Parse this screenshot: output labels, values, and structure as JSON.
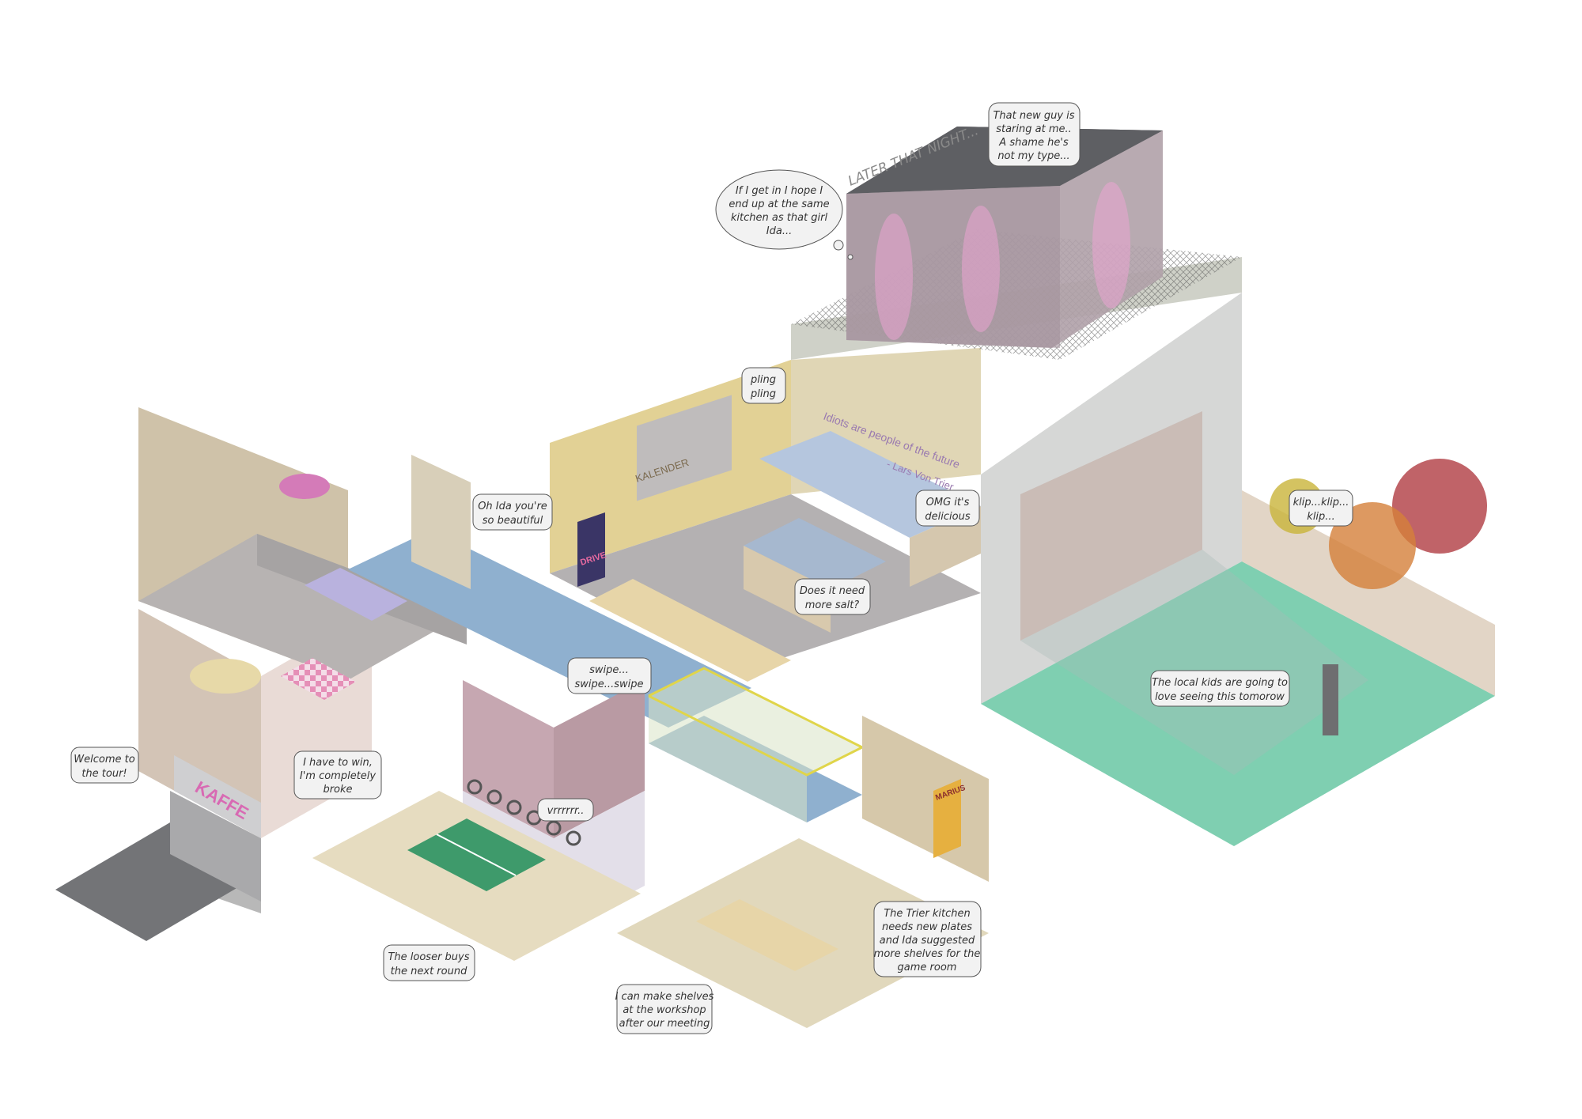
{
  "scene": {
    "later_that_night": "LATER THAT NIGHT...",
    "cafe_sign": "KAFFE",
    "calendar_title": "KALENDER",
    "wall_quote": "Idiots are people of the future",
    "wall_quote_author": "- Lars Von Trier",
    "poster_left": "DRIVE",
    "poster_right": "MARIUS"
  },
  "bubbles": [
    {
      "id": "welcome",
      "lines": [
        "Welcome to",
        "the tour!"
      ]
    },
    {
      "id": "win",
      "lines": [
        "I have to win,",
        "I'm completely",
        "broke"
      ]
    },
    {
      "id": "vrrr",
      "lines": [
        "vrrrrrr.."
      ]
    },
    {
      "id": "looser",
      "lines": [
        "The looser buys",
        "the next round"
      ]
    },
    {
      "id": "ida",
      "lines": [
        "Oh Ida you're",
        "so beautiful"
      ]
    },
    {
      "id": "swipe",
      "lines": [
        "swipe...",
        "swipe...swipe"
      ]
    },
    {
      "id": "salt",
      "lines": [
        "Does it need",
        "more salt?"
      ]
    },
    {
      "id": "omg",
      "lines": [
        "OMG it's",
        "delicious"
      ]
    },
    {
      "id": "pling",
      "lines": [
        "pling",
        "pling"
      ]
    },
    {
      "id": "hope",
      "lines": [
        "If I get in I hope I",
        "end up at the same",
        "kitchen as that girl",
        "Ida..."
      ]
    },
    {
      "id": "newguy",
      "lines": [
        "That new guy is",
        "staring at me..",
        "A shame he's",
        "not my type..."
      ]
    },
    {
      "id": "klip",
      "lines": [
        "klip...klip...",
        "klip..."
      ]
    },
    {
      "id": "kids",
      "lines": [
        "The local kids are going to",
        "love seeing this tomorow"
      ]
    },
    {
      "id": "shelves",
      "lines": [
        "I can make shelves",
        "at the workshop",
        "after our meeting"
      ]
    },
    {
      "id": "trier",
      "lines": [
        "The Trier kitchen",
        "needs new plates",
        "and Ida suggested",
        "more shelves for the",
        "game room"
      ]
    }
  ],
  "colors": {
    "floor_blue": "#8fb0cf",
    "wall_beige": "#ddd0b6",
    "wall_yellow": "#e3d19a",
    "wall_pink": "#c7a6ae",
    "roof_dark": "#6f6f73",
    "garden_green": "#7fcfb1",
    "tree_red": "#b5484e",
    "tree_orange": "#d4803a"
  }
}
